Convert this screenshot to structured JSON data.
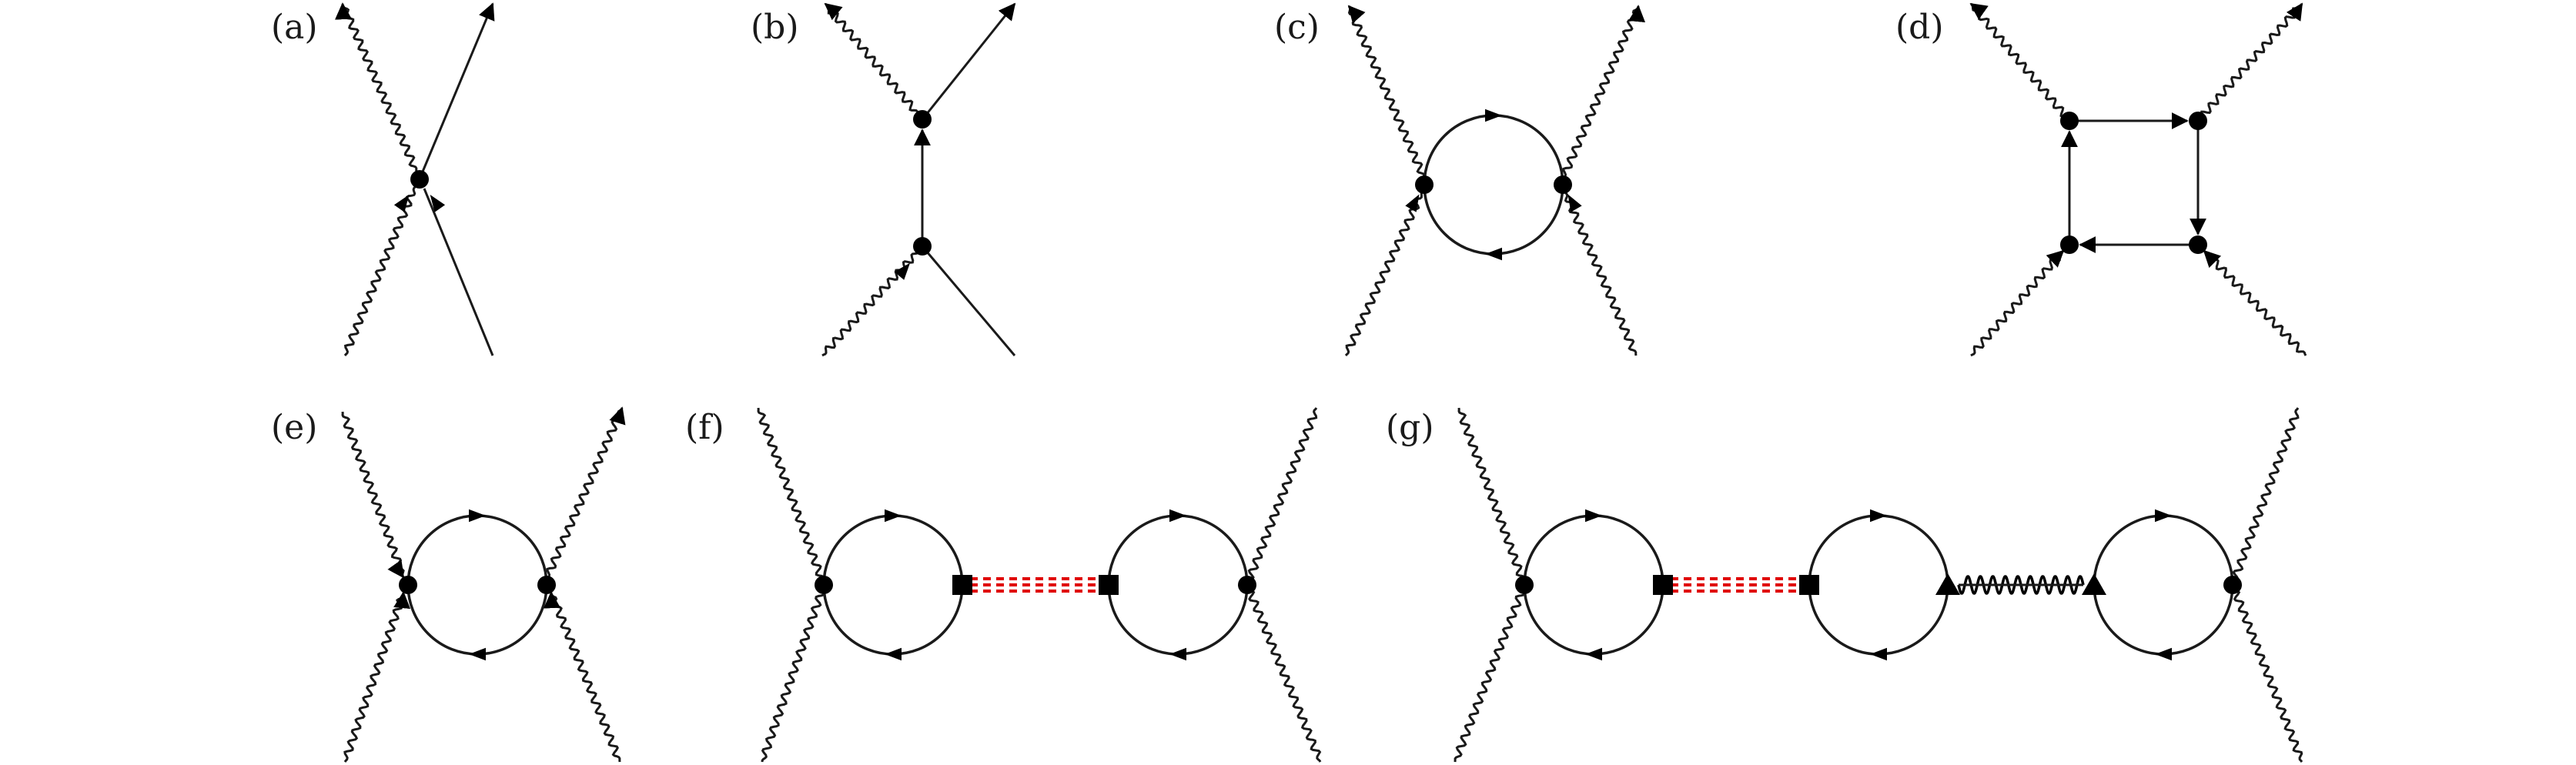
{
  "panels": [
    {
      "id": "a",
      "label": "(a)"
    },
    {
      "id": "b",
      "label": "(b)"
    },
    {
      "id": "c",
      "label": "(c)"
    },
    {
      "id": "d",
      "label": "(d)"
    },
    {
      "id": "e",
      "label": "(e)"
    },
    {
      "id": "f",
      "label": "(f)"
    },
    {
      "id": "g",
      "label": "(g)"
    }
  ],
  "colors": {
    "line": "#1a1a1a",
    "vertex": "#000000",
    "dashed_propagator": "#e00000",
    "background": "#ffffff"
  }
}
